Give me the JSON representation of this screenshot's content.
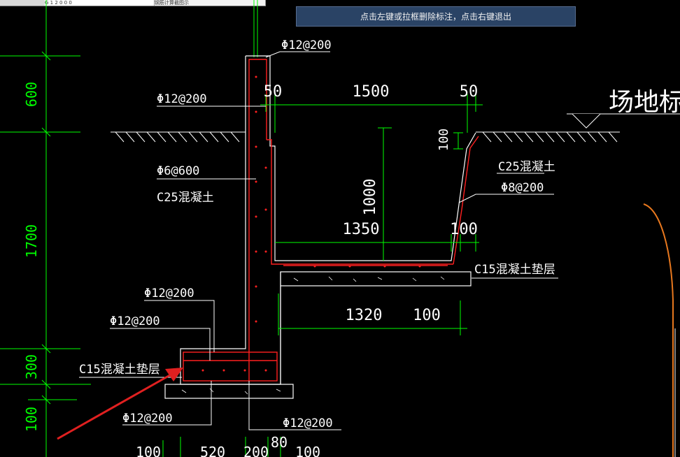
{
  "tabs": [
    {
      "label": "G 1 2 0 0 0"
    },
    {
      "label": "钢筋计算截图示"
    }
  ],
  "hint": "点击左键或拉框删除标注，点击右键退出",
  "ground_label": "场地标",
  "dims": {
    "v600": "600",
    "v1700": "1700",
    "v300": "300",
    "v100a": "100",
    "d50a": "50",
    "d1500": "1500",
    "d50b": "50",
    "v100b": "100",
    "v1000": "1000",
    "d1350": "1350",
    "d100a": "100",
    "d1320": "1320",
    "d100b": "100",
    "b100": "100",
    "b520": "520",
    "b200": "200",
    "b80": "80",
    "b100b": "100"
  },
  "labels": {
    "r_top": "Φ12@200",
    "r_wall": "Φ12@200",
    "r_dist": "Φ6@600",
    "c25_left": "C25混凝土",
    "c25_right": "C25混凝土",
    "r_slope": "Φ8@200",
    "c15_right": "C15混凝土垫层",
    "r_foot_top": "Φ12@200",
    "r_foot_mid": "Φ12@200",
    "c15_left": "C15混凝土垫层",
    "r_bot_left": "Φ12@200",
    "r_bot_right": "Φ12@200"
  },
  "colors": {
    "dim": "#00ff00",
    "line": "#ffffff",
    "rebar": "#ff2020",
    "arrow": "#e02020",
    "curve": "#e8781e"
  }
}
